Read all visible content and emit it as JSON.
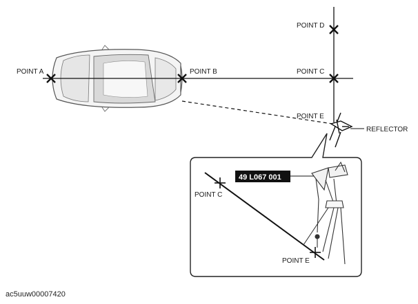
{
  "labels": {
    "point_a": "POINT A",
    "point_b": "POINT B",
    "point_c": "POINT C",
    "point_d": "POINT D",
    "point_e": "POINT E",
    "reflector": "REFLECTOR"
  },
  "detail": {
    "tool_number": "49 L067 001",
    "point_c": "POINT C",
    "point_e": "POINT E"
  },
  "figure_id": "ac5uuw00007420"
}
